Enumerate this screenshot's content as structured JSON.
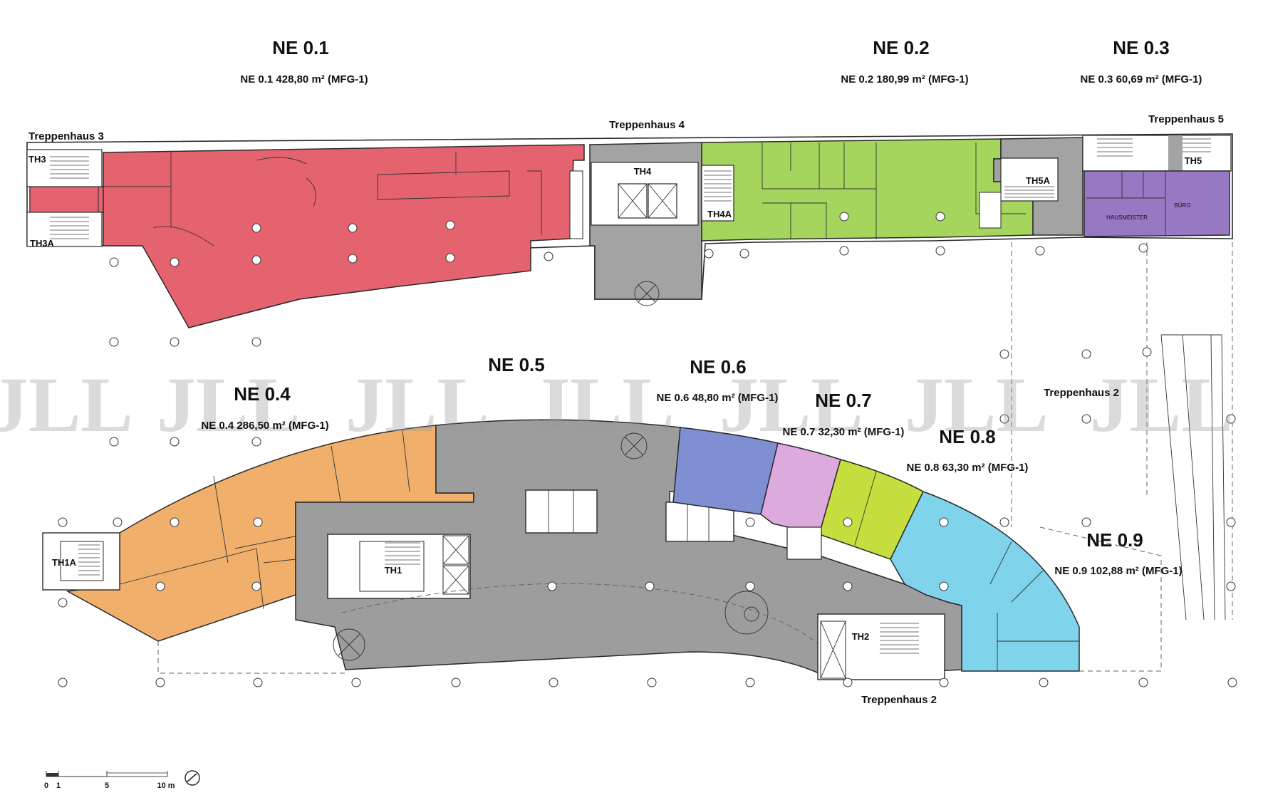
{
  "units": [
    {
      "id": "ne01",
      "title": "NE 0.1",
      "area": "NE 0.1 428,80 m² (MFG-1)"
    },
    {
      "id": "ne02",
      "title": "NE 0.2",
      "area": "NE 0.2 180,99 m² (MFG-1)"
    },
    {
      "id": "ne03",
      "title": "NE 0.3",
      "area": "NE 0.3 60,69 m² (MFG-1)"
    },
    {
      "id": "ne04",
      "title": "NE 0.4",
      "area": "NE 0.4 286,50 m² (MFG-1)"
    },
    {
      "id": "ne05",
      "title": "NE 0.5",
      "area": ""
    },
    {
      "id": "ne06",
      "title": "NE 0.6",
      "area": "NE 0.6 48,80 m² (MFG-1)"
    },
    {
      "id": "ne07",
      "title": "NE 0.7",
      "area": "NE 0.7 32,30 m² (MFG-1)"
    },
    {
      "id": "ne08",
      "title": "NE 0.8",
      "area": "NE 0.8 63,30 m² (MFG-1)"
    },
    {
      "id": "ne09",
      "title": "NE 0.9",
      "area": "NE 0.9 102,88 m² (MFG-1)"
    }
  ],
  "stairwells": {
    "treppenhaus3": "Treppenhaus 3",
    "treppenhaus4": "Treppenhaus 4",
    "treppenhaus5": "Treppenhaus 5",
    "treppenhaus2_right": "Treppenhaus 2",
    "treppenhaus2_bottom": "Treppenhaus 2"
  },
  "core_labels": {
    "th3": "TH3",
    "th3a": "TH3A",
    "th4": "TH4",
    "th4a": "TH4A",
    "th5a": "TH5A",
    "th5": "TH5",
    "th1a": "TH1A",
    "th1": "TH1",
    "th2": "TH2"
  },
  "room_labels": {
    "hausmeister": "HAUSMEISTER",
    "buero": "BÜRO"
  },
  "scale_bar": {
    "ticks": [
      "0",
      "1",
      "5",
      "10 m"
    ]
  },
  "watermark": "JLL",
  "colors": {
    "ne01": "#e5636f",
    "ne02": "#a5d55c",
    "ne03": "#9679c2",
    "ne04": "#f0b06c",
    "ne05": "#9d9d9d",
    "ne06": "#7f8fd2",
    "ne07": "#dcaadc",
    "ne08": "#c6de3e",
    "ne09": "#7fd3ea",
    "core": "#a3a3a3"
  }
}
